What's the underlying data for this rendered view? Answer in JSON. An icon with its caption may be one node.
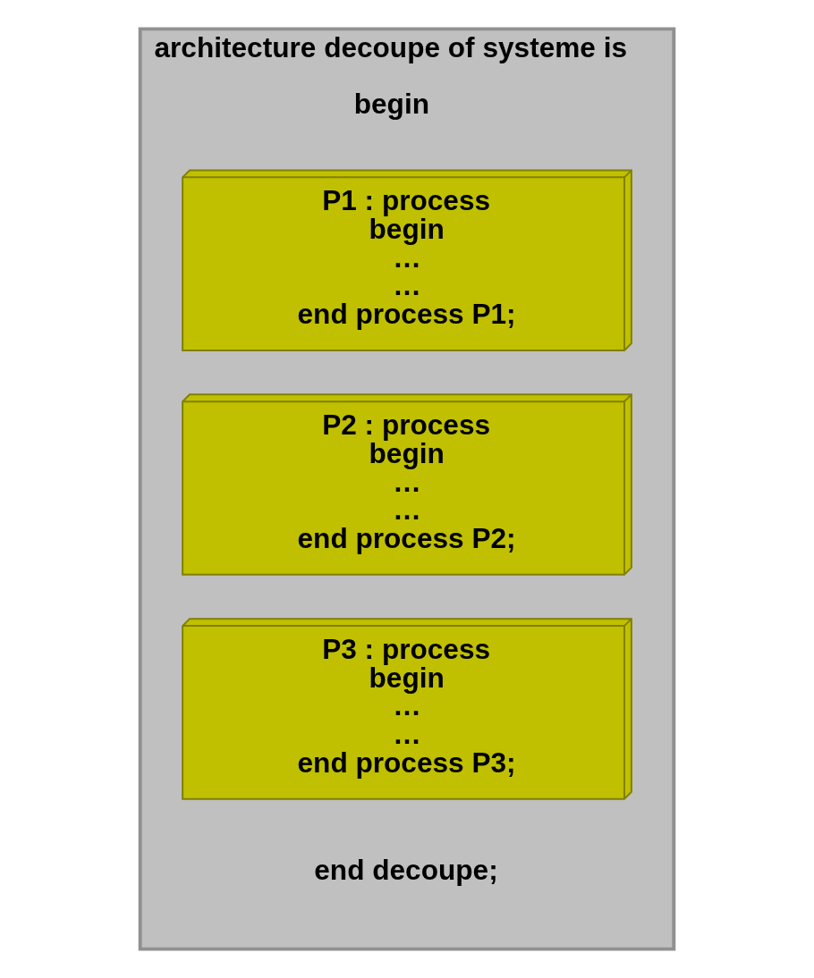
{
  "diagram": {
    "nodes": [
      {
        "text": [
          "architecture decoupe of systeme is",
          "begin",
          "end decoupe;"
        ]
      },
      {
        "text": [
          "P1 : process",
          "begin",
          "…",
          "…",
          "end process P1;"
        ],
        "in": 0
      },
      {
        "text": [
          "P2 : process",
          "begin",
          "…",
          "…",
          "end process P2;"
        ],
        "in": 0
      },
      {
        "text": [
          "P3 : process",
          "begin",
          "…",
          "…",
          "end process P3;"
        ],
        "in": 0
      }
    ],
    "edges": []
  }
}
